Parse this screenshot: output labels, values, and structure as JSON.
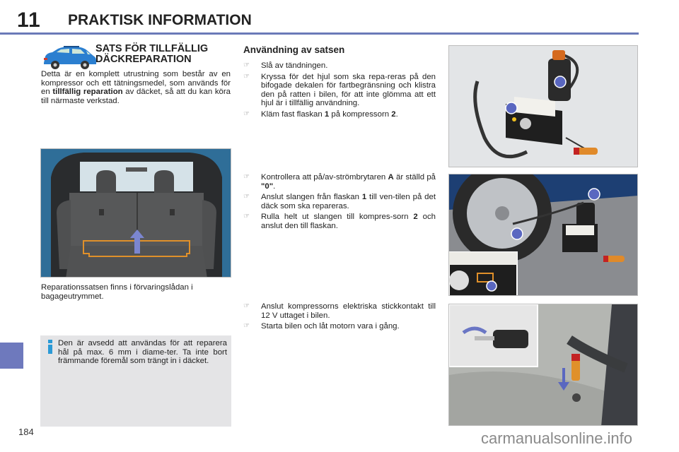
{
  "header": {
    "chapter_number": "11",
    "chapter_title": "PRAKTISK INFORMATION",
    "rule_color": "#6b7ab8"
  },
  "side_tab": {
    "color": "#6e79bd"
  },
  "page_number": "184",
  "left": {
    "icon": "car-icon",
    "section_title_line1": "SATS FÖR TILLFÄLLIG",
    "section_title_line2": "DÄCKREPARATION",
    "intro_before_bold": "Detta är en komplett utrustning som består av en kompressor och ett tätningsmedel, som används för en ",
    "intro_bold": "tillfällig reparation",
    "intro_after_bold": " av däcket, så att du kan köra till närmaste verkstad.",
    "trunk_image": "trunk-storage-compartment-illustration",
    "caption": "Reparationssatsen finns i förvaringslådan i bagageutrymmet.",
    "info_box": {
      "icon": "info-icon",
      "text": "Den är avsedd att användas för att reparera hål på max. 6 mm i diame-ter. Ta inte bort främmande föremål som trängt in i däcket."
    }
  },
  "usage": {
    "heading": "Användning av satsen",
    "bullet_icon": "pointing-hand-icon",
    "bullet_glyph": "☞",
    "group1": [
      {
        "parts": [
          {
            "t": "Slå av tändningen."
          }
        ]
      },
      {
        "parts": [
          {
            "t": "Kryssa för det hjul som ska repa-reras på den bifogade dekalen för fartbegränsning och klistra den på ratten i bilen, för att inte glömma att ett hjul är i tillfällig användning."
          }
        ]
      },
      {
        "parts": [
          {
            "t": "Kläm fast flaskan "
          },
          {
            "t": "1",
            "b": true
          },
          {
            "t": " på kompressorn "
          },
          {
            "t": "2",
            "b": true
          },
          {
            "t": "."
          }
        ]
      }
    ],
    "group2": [
      {
        "parts": [
          {
            "t": "Kontrollera att på/av-strömbrytaren "
          },
          {
            "t": "A",
            "b": true
          },
          {
            "t": " är ställd på "
          },
          {
            "t": "\"0\"",
            "b": true
          },
          {
            "t": "."
          }
        ]
      },
      {
        "parts": [
          {
            "t": "Anslut slangen från flaskan "
          },
          {
            "t": "1",
            "b": true
          },
          {
            "t": " till ven-tilen på det däck som ska repareras."
          }
        ]
      },
      {
        "parts": [
          {
            "t": "Rulla helt ut slangen till kompres-sorn "
          },
          {
            "t": "2",
            "b": true
          },
          {
            "t": " och anslut den till flaskan."
          }
        ]
      }
    ],
    "group3": [
      {
        "parts": [
          {
            "t": "Anslut kompressorns elektriska stickkontakt till 12 V uttaget i bilen."
          }
        ]
      },
      {
        "parts": [
          {
            "t": "Starta bilen och låt motorn vara i gång."
          }
        ]
      }
    ]
  },
  "illustrations": {
    "compressor_kit": {
      "labels": [
        "1",
        "2"
      ]
    },
    "wheel_connection": {
      "labels": [
        "1",
        "2",
        "A"
      ]
    },
    "power_socket": {
      "labels": []
    }
  },
  "watermark": "carmanualsonline.info"
}
